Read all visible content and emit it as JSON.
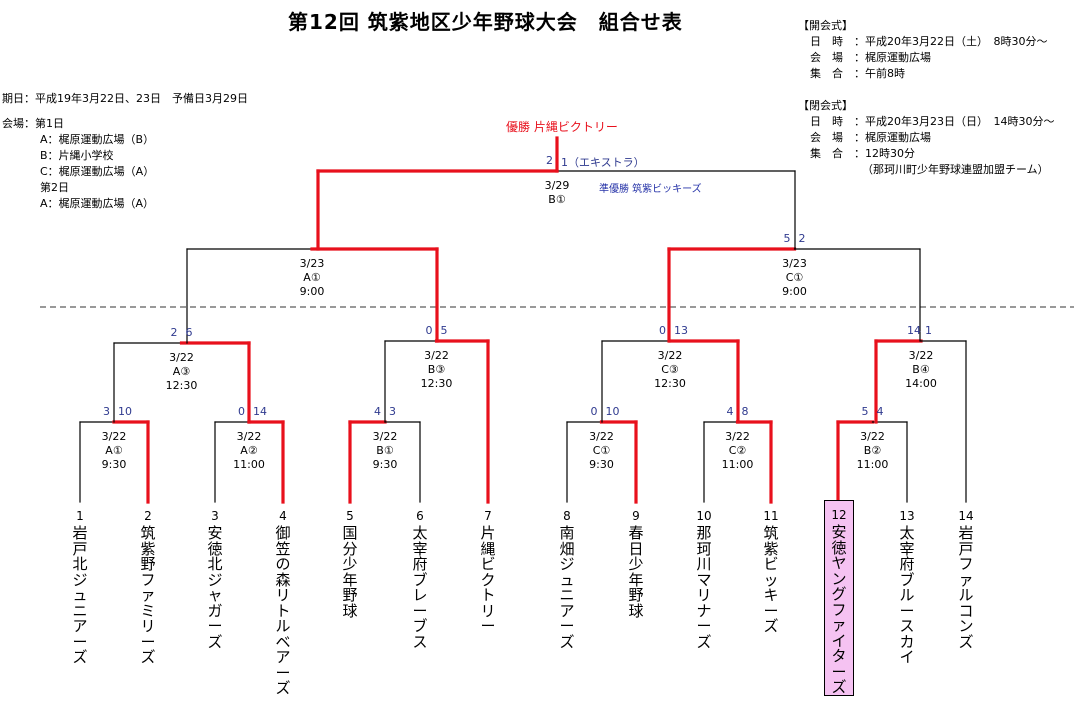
{
  "title": "第12回 筑紫地区少年野球大会　組合せ表",
  "left_info": {
    "period": "期日：平成19年3月22日、23日　予備日3月29日",
    "venue_head": "会場：第1日",
    "venue_a1": "A：梶原運動広場（B）",
    "venue_b": "B：片縄小学校",
    "venue_c": "C：梶原運動広場（A）",
    "day2": "第2日",
    "venue_a2": "A：梶原運動広場（A）"
  },
  "opening": {
    "heading": "【開会式】",
    "date": "日　時　：平成20年3月22日（土）　8時30分～",
    "place": "会　場　：梶原運動広場",
    "gather": "集　合　：午前8時"
  },
  "closing": {
    "heading": "【閉会式】",
    "date": "日　時　：平成20年3月23日（日）　14時30分～",
    "place": "会　場　：梶原運動広場",
    "gather": "集　合　：12時30分",
    "note": "（那珂川町少年野球連盟加盟チーム）"
  },
  "champion": "優勝  片縄ビクトリー",
  "runner_up": "準優勝  筑紫ビッキーズ",
  "colors": {
    "win": "#e8101c",
    "score": "#2f3a8f",
    "champion": "#e8101c",
    "runner_up": "#2633a8",
    "highlight": "#f5c2f2"
  },
  "matches": [
    {
      "id": "m1",
      "lines": [
        "3/22",
        "A①",
        "9:30"
      ],
      "s1": "3",
      "s2": "10"
    },
    {
      "id": "m2",
      "lines": [
        "3/22",
        "A②",
        "11:00"
      ],
      "s1": "0",
      "s2": "14"
    },
    {
      "id": "m3",
      "lines": [
        "3/22",
        "B①",
        "9:30"
      ],
      "s1": "4",
      "s2": "3"
    },
    {
      "id": "m4",
      "lines": [
        "3/22",
        "C①",
        "9:30"
      ],
      "s1": "0",
      "s2": "10"
    },
    {
      "id": "m5",
      "lines": [
        "3/22",
        "C②",
        "11:00"
      ],
      "s1": "4",
      "s2": "8"
    },
    {
      "id": "m6",
      "lines": [
        "3/22",
        "B②",
        "11:00"
      ],
      "s1": "5",
      "s2": "4"
    },
    {
      "id": "q1",
      "lines": [
        "3/22",
        "A③",
        "12:30"
      ],
      "s1": "2",
      "s2": "6"
    },
    {
      "id": "q2",
      "lines": [
        "3/22",
        "B③",
        "12:30"
      ],
      "s1": "0",
      "s2": "5"
    },
    {
      "id": "q3",
      "lines": [
        "3/22",
        "C③",
        "12:30"
      ],
      "s1": "0",
      "s2": "13"
    },
    {
      "id": "q4",
      "lines": [
        "3/22",
        "B④",
        "14:00"
      ],
      "s1": "14",
      "s2": "1"
    },
    {
      "id": "s1",
      "lines": [
        "3/23",
        "A①",
        "9:00"
      ],
      "s1": "",
      "s2": ""
    },
    {
      "id": "s2",
      "lines": [
        "3/23",
        "C①",
        "9:00"
      ],
      "s1": "5",
      "s2": "2"
    },
    {
      "id": "f",
      "lines": [
        "3/29",
        "B①"
      ],
      "s1": "2",
      "s2": "1（エキストラ）"
    }
  ],
  "teams": [
    {
      "num": "1",
      "name": "岩戸北ジュニアーズ"
    },
    {
      "num": "2",
      "name": "筑紫野ファミリーズ"
    },
    {
      "num": "3",
      "name": "安徳北ジャガーズ"
    },
    {
      "num": "4",
      "name": "御笠の森リトルベアーズ"
    },
    {
      "num": "5",
      "name": "国分少年野球"
    },
    {
      "num": "6",
      "name": "太宰府ブレーブス"
    },
    {
      "num": "7",
      "name": "片縄ビクトリー"
    },
    {
      "num": "8",
      "name": "南畑ジュニアーズ"
    },
    {
      "num": "9",
      "name": "春日少年野球"
    },
    {
      "num": "10",
      "name": "那珂川マリナーズ"
    },
    {
      "num": "11",
      "name": "筑紫ビッキーズ"
    },
    {
      "num": "12",
      "name": "安徳ヤングファイターズ"
    },
    {
      "num": "13",
      "name": "太宰府ブルースカイ"
    },
    {
      "num": "14",
      "name": "岩戸ファルコンズ"
    }
  ]
}
